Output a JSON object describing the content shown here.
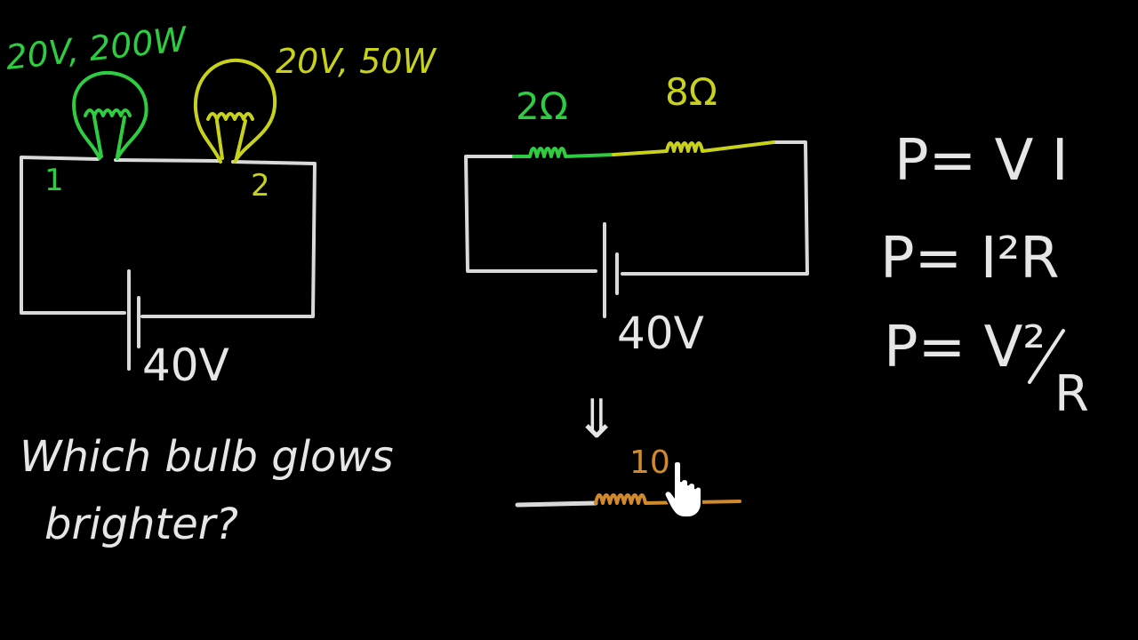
{
  "colors": {
    "background": "#000000",
    "wire": "#d9d9d9",
    "green": "#2ecc40",
    "yellow": "#c9d21a",
    "orange": "#d08a2a",
    "chalk": "#e6e6e6"
  },
  "left_circuit": {
    "bulb1_rating": "20V, 200W",
    "bulb2_rating": "20V, 50W",
    "bulb1_label": "1",
    "bulb2_label": "2",
    "battery_label": "40V"
  },
  "question": {
    "line1": "Which bulb glows",
    "line2": "brighter?"
  },
  "right_circuit": {
    "resistor1_label": "2Ω",
    "resistor2_label": "8Ω",
    "battery_label": "40V",
    "arrow": "⇓",
    "equivalent_label": "10"
  },
  "formulas": {
    "f1": "P= V I",
    "f2": "P= I²R",
    "f3_lhs": "P= V²",
    "f3_den": "R"
  },
  "cursor": {
    "icon": "hand-pointer-icon"
  }
}
